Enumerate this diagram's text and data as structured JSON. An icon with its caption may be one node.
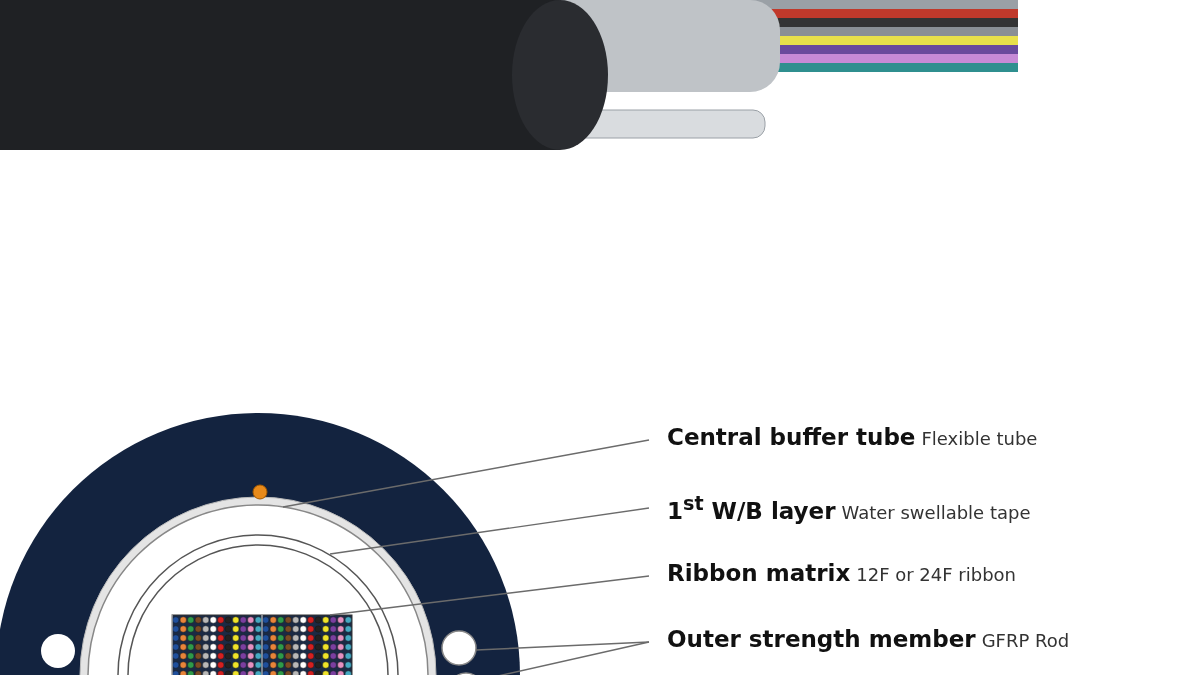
{
  "diagram": {
    "nodes": [
      {
        "text": [
          "Central buffer tube",
          "Flexible tube"
        ]
      },
      {
        "text": [
          "1$^{st}$  W/B layer",
          "Water swellable tape"
        ]
      },
      {
        "text": [
          "Ribbon matrix",
          "12F or 24F ribbon"
        ]
      },
      {
        "text": [
          "Outer strength member",
          "GFRP Rod"
        ]
      },
      {
        "text": [],
        "shape": "circle"
      },
      {
        "text": [],
        "shape": "circle",
        "in": 4
      },
      {
        "text": [],
        "shape": "box",
        "in": 5
      },
      {
        "text": [],
        "shape": "circle"
      },
      {
        "text": [],
        "shape": "circle"
      }
    ],
    "edges": [
      {
        "from": 0,
        "to": 4,
        "arrow": "none"
      },
      {
        "from": 1,
        "to": 5,
        "arrow": "none"
      },
      {
        "from": 2,
        "to": 6,
        "arrow": "none"
      },
      {
        "from": 3,
        "to": 7,
        "arrow": "none"
      },
      {
        "from": 3,
        "to": 8,
        "arrow": "none"
      }
    ]
  }
}
